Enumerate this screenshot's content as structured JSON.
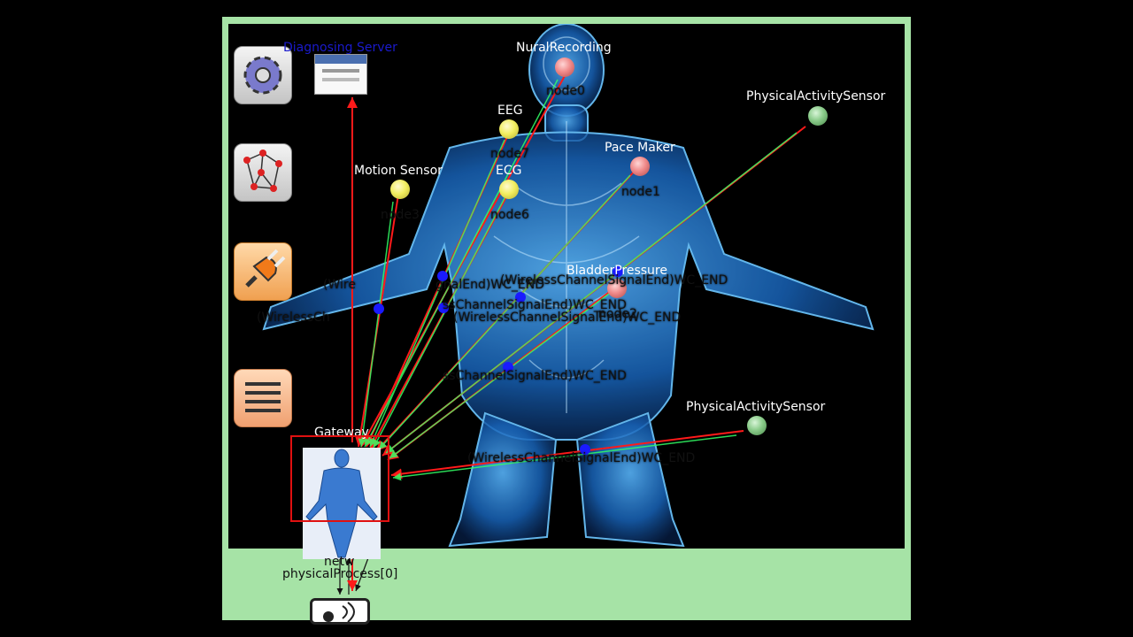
{
  "title": "Diagnosing Server",
  "nodes": [
    {
      "id": "nural",
      "label": "NuralRecording",
      "sub": "node0",
      "color": "red"
    },
    {
      "id": "eeg1",
      "label": "EEG",
      "sub": "node7",
      "color": "yellow"
    },
    {
      "id": "eeg2",
      "label": "ECG",
      "sub": "node6",
      "color": "yellow"
    },
    {
      "id": "motion",
      "label": "Motion Sensor",
      "sub": "node3",
      "color": "yellow"
    },
    {
      "id": "pace",
      "label": "Pace Maker",
      "sub": "node1",
      "color": "red"
    },
    {
      "id": "bladder",
      "label": "BladderPressure",
      "sub": "node2",
      "color": "red"
    },
    {
      "id": "phys1",
      "label": "PhysicalActivitySensor",
      "sub": "",
      "color": "green"
    },
    {
      "id": "phys2",
      "label": "PhysicalActivitySensor",
      "sub": "",
      "color": "green"
    }
  ],
  "gateway": {
    "label": "Gateway"
  },
  "physical": {
    "label": "physicalProcess[0]",
    "net": "netw"
  },
  "wire_labels": [
    "(WirelessChannelSignalEnd)WC_END",
    "ssChannelSignalEnd)WC_END",
    "(Wire",
    "ssChannelSignalEnd)WC_END",
    "(WirelessChannelSignalEnd)WC_END",
    "(WirelessCh",
    "gnalEnd)WC_END",
    "(WirelessChannelSignalEnd)WC_END"
  ],
  "toolbar": [
    {
      "name": "settings-gear-icon"
    },
    {
      "name": "network-graph-icon"
    },
    {
      "name": "power-plug-icon"
    },
    {
      "name": "list-menu-icon"
    }
  ],
  "colors": {
    "frame": "#a6e3a6",
    "link_red": "#ff1a1a",
    "link_green": "#33ff66",
    "point_blue": "#1a1aff",
    "body_blue": "#1a78d8"
  }
}
